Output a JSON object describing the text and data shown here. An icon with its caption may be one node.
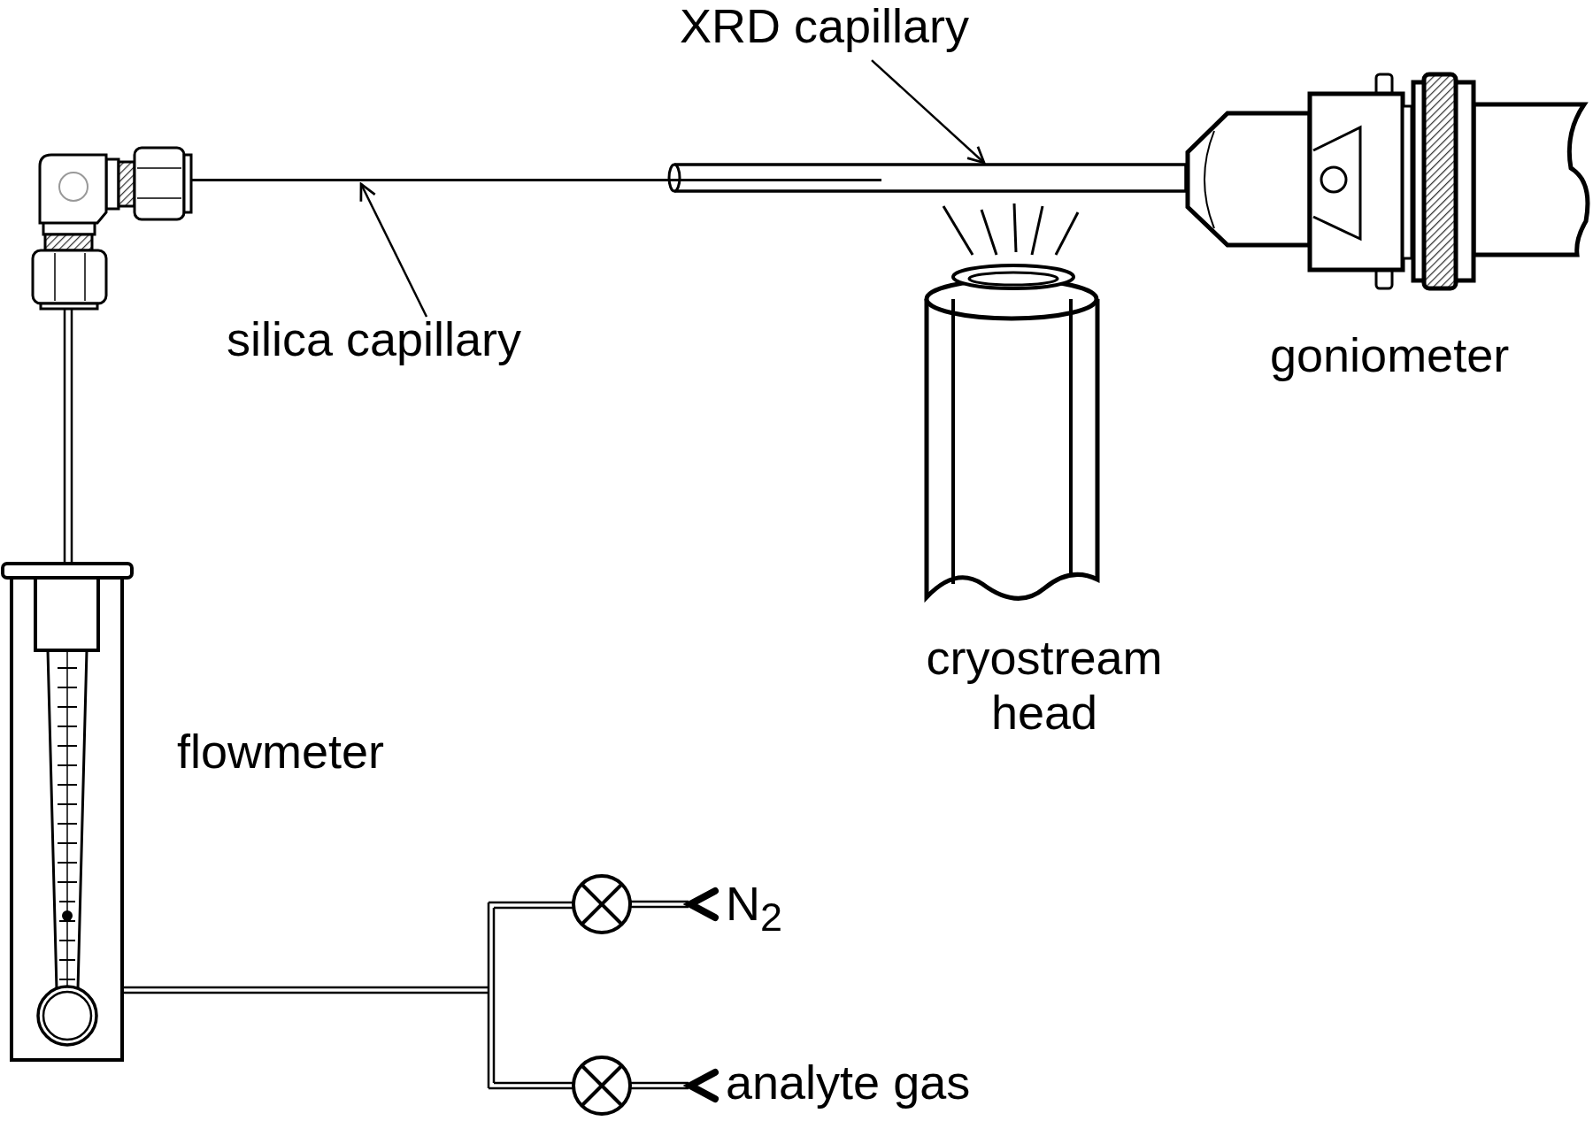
{
  "diagram": {
    "nodes": [
      {
        "text": [
          "XRD capillary"
        ]
      },
      {
        "text": [],
        "shape": "tube"
      },
      {
        "text": [
          "silica capillary"
        ]
      },
      {
        "text": [],
        "shape": "line"
      }
    ],
    "edges": [
      {
        "from": 0,
        "to": 1,
        "arrow": "to"
      },
      {
        "from": 2,
        "to": 3,
        "arrow": "to"
      }
    ],
    "labels": [
      "goniometer",
      "cryostream head",
      "flowmeter",
      "N$_{2}$",
      "analyte gas"
    ]
  }
}
